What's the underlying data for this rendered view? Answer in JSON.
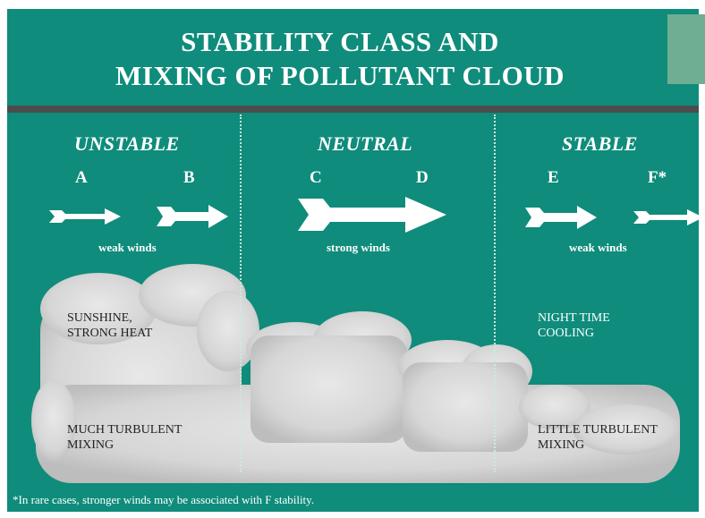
{
  "title": {
    "line1": "STABILITY CLASS AND",
    "line2": "MIXING OF POLLUTANT CLOUD"
  },
  "columns": [
    {
      "heading": "UNSTABLE",
      "letters": [
        "A",
        "B"
      ],
      "wind_label": "weak winds"
    },
    {
      "heading": "NEUTRAL",
      "letters": [
        "C",
        "D"
      ],
      "wind_label": "strong winds"
    },
    {
      "heading": "STABLE",
      "letters": [
        "E",
        "F*"
      ],
      "wind_label": "weak winds"
    }
  ],
  "cloud_labels": {
    "left_top": [
      "SUNSHINE,",
      "STRONG HEAT"
    ],
    "left_bottom": [
      "MUCH TURBULENT",
      "MIXING"
    ],
    "right_top": [
      "NIGHT TIME",
      "COOLING"
    ],
    "right_bottom": [
      "LITTLE TURBULENT",
      "MIXING"
    ]
  },
  "footnote": "*In rare cases, stronger winds may be associated with F stability.",
  "colors": {
    "background": "#0f8c7b",
    "accent_box": "#6fae93",
    "rule": "#4c4c4c",
    "cloud": "#d9d9d9",
    "text": "#ffffff"
  }
}
